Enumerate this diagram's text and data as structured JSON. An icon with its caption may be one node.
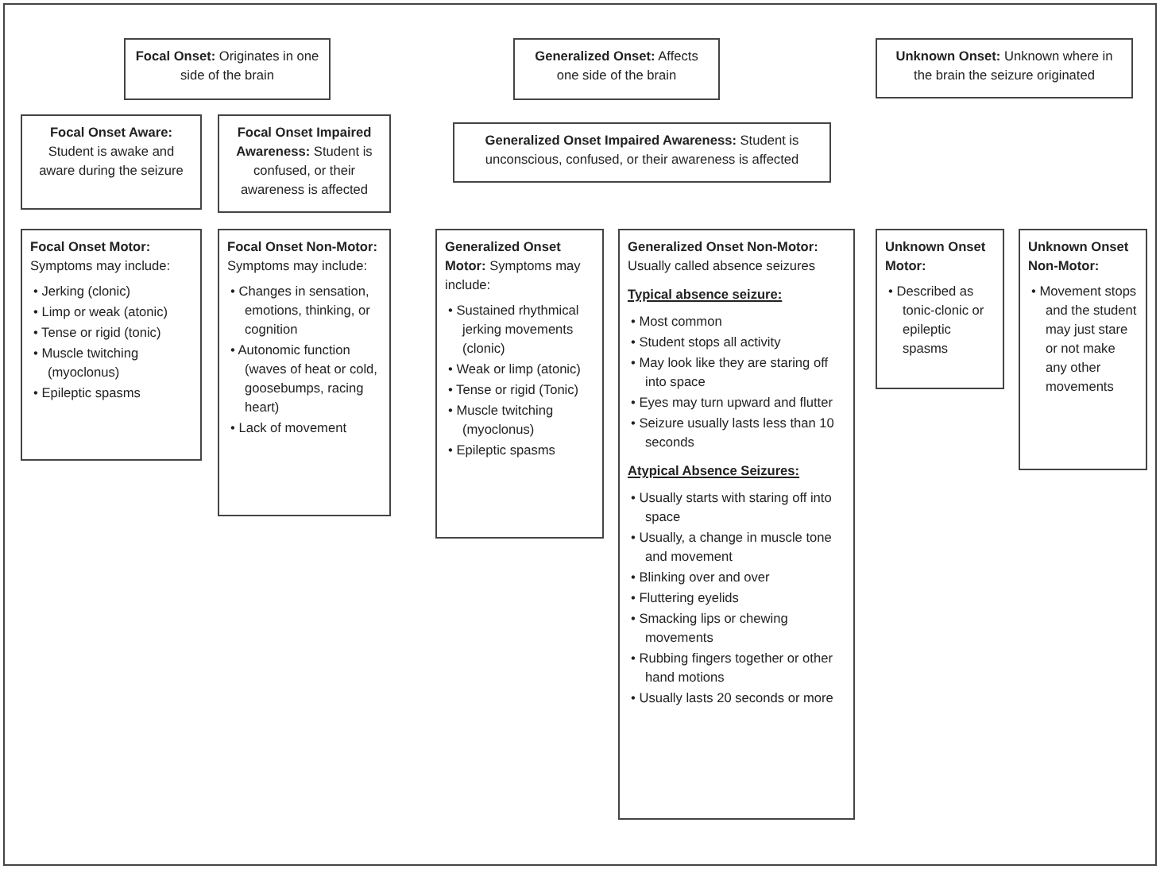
{
  "diagram": {
    "nodes": [
      {
        "text": [
          "**Focal Onset:** Originates in one side of the brain"
        ]
      },
      {
        "text": [
          "**Generalized Onset:** Affects one side of the brain"
        ]
      },
      {
        "text": [
          "**Unknown Onset:** Unknown where in the brain the seizure originated"
        ]
      },
      {
        "text": [
          "**Focal Onset Aware:** Student is awake and aware during the seizure"
        ]
      },
      {
        "text": [
          "**Focal Onset Impaired Awareness:** Student is confused, or their awareness is affected"
        ]
      },
      {
        "text": [
          "**Generalized Onset Impaired Awareness:** Student is unconscious, confused, or their awareness is affected"
        ]
      },
      {
        "text": [
          "**Focal Onset Motor:** Symptoms may include:",
          "• Jerking (clonic)",
          "• Limp or weak (atonic)",
          "• Tense or rigid (tonic)",
          "• Muscle twitching (myoclonus)",
          "• Epileptic spasms"
        ]
      },
      {
        "text": [
          "**Focal Onset Non-Motor:** Symptoms may include:",
          "• Changes in sensation, emotions, thinking, or cognition",
          "• Autonomic function (waves of heat or cold, goosebumps, racing heart)",
          "• Lack of movement"
        ]
      },
      {
        "text": [
          "**Generalized Onset Motor:** Symptoms may include:",
          "• Sustained rhythmical jerking movements (clonic)",
          "• Weak or limp (atonic)",
          "• Tense or rigid (Tonic)",
          "• Muscle twitching (myoclonus)",
          "• Epileptic spasms"
        ]
      },
      {
        "text": [
          "**Generalized Onset Non-Motor:** Usually called absence seizures",
          "Typical absence seizure:",
          "• Most common",
          "• Student stops all activity",
          "• May look like they are staring off into space",
          "• Eyes may turn upward and flutter",
          "• Seizure usually lasts less than 10 seconds",
          "Atypical Absence Seizures:",
          "• Usually starts with staring off into space",
          "• Usually, a change in muscle tone and movement",
          "• Blinking over and over",
          "• Fluttering eyelids",
          "• Smacking lips or chewing movements",
          "• Rubbing fingers together or other hand motions",
          "• Usually lasts 20 seconds or more"
        ]
      },
      {
        "text": [
          "Unknown Onset Motor:",
          "• Described as tonic-clonic or epileptic spasms"
        ]
      },
      {
        "text": [
          "Unknown Onset Non-Motor:",
          "• Movement stops and the student may just stare or not make any other movements"
        ]
      }
    ]
  }
}
